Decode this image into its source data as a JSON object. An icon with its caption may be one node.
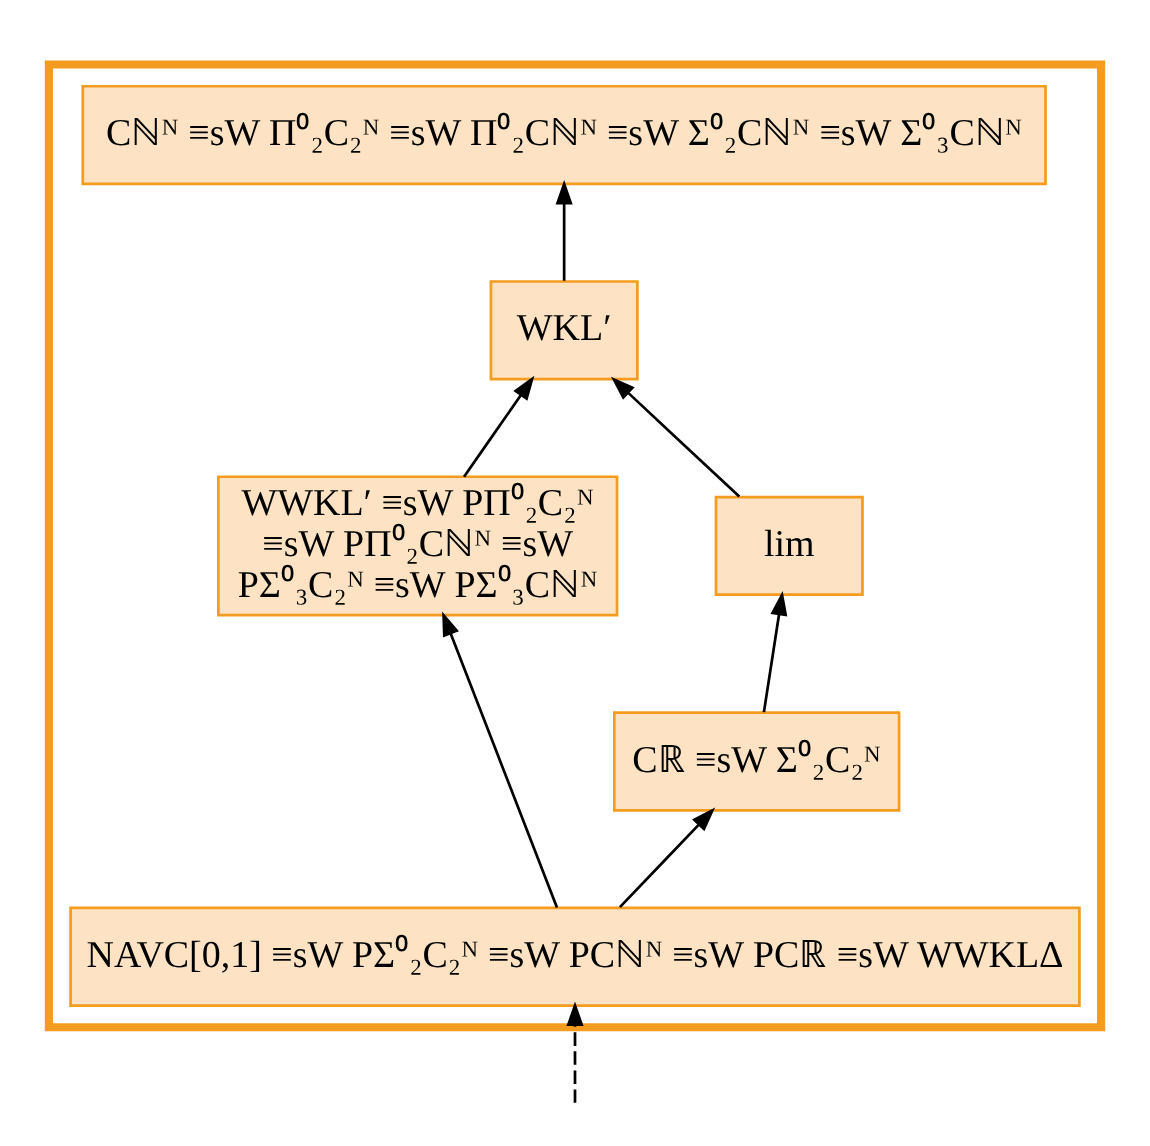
{
  "diagram": {
    "nodes": [
      {
        "text": [],
        "shape": "box"
      },
      {
        "text": [
          "Cℕᴺ ≡sW Π⁰₂C₂ᴺ ≡sW Π⁰₂Cℕᴺ ≡sW Σ⁰₂Cℕᴺ ≡sW Σ⁰₃Cℕᴺ"
        ],
        "in": 0
      },
      {
        "text": [
          "WKL′"
        ],
        "in": 0
      },
      {
        "text": [
          "lim"
        ],
        "in": 0
      },
      {
        "text": [
          "WWKL′ ≡sW PΠ⁰₂C₂ᴺ ≡sW PΠ⁰₂Cℕᴺ ≡sW PΣ⁰₃C₂ᴺ ≡sW PΣ⁰₃Cℕᴺ"
        ],
        "in": 0
      },
      {
        "text": [
          "Cℝ ≡sW Σ⁰₂C₂ᴺ"
        ],
        "in": 0
      },
      {
        "text": [
          "NAVC[0,1] ≡sW PΣ⁰₂C₂ᴺ ≡sW PCℕᴺ ≡sW PCℝ ≡sW WWKLΔ"
        ],
        "in": 0
      }
    ],
    "edges": [
      {
        "from": 2,
        "to": 1,
        "arrow": "to"
      },
      {
        "from": 3,
        "to": 2,
        "arrow": "to"
      },
      {
        "from": 4,
        "to": 2,
        "arrow": "to"
      },
      {
        "from": 5,
        "to": 3,
        "arrow": "to"
      },
      {
        "from": 6,
        "to": 5,
        "arrow": "to"
      },
      {
        "from": 6,
        "to": 4,
        "arrow": "to"
      },
      {
        "from": null,
        "to": 6,
        "arrow": "to",
        "style": "dashed"
      }
    ]
  }
}
